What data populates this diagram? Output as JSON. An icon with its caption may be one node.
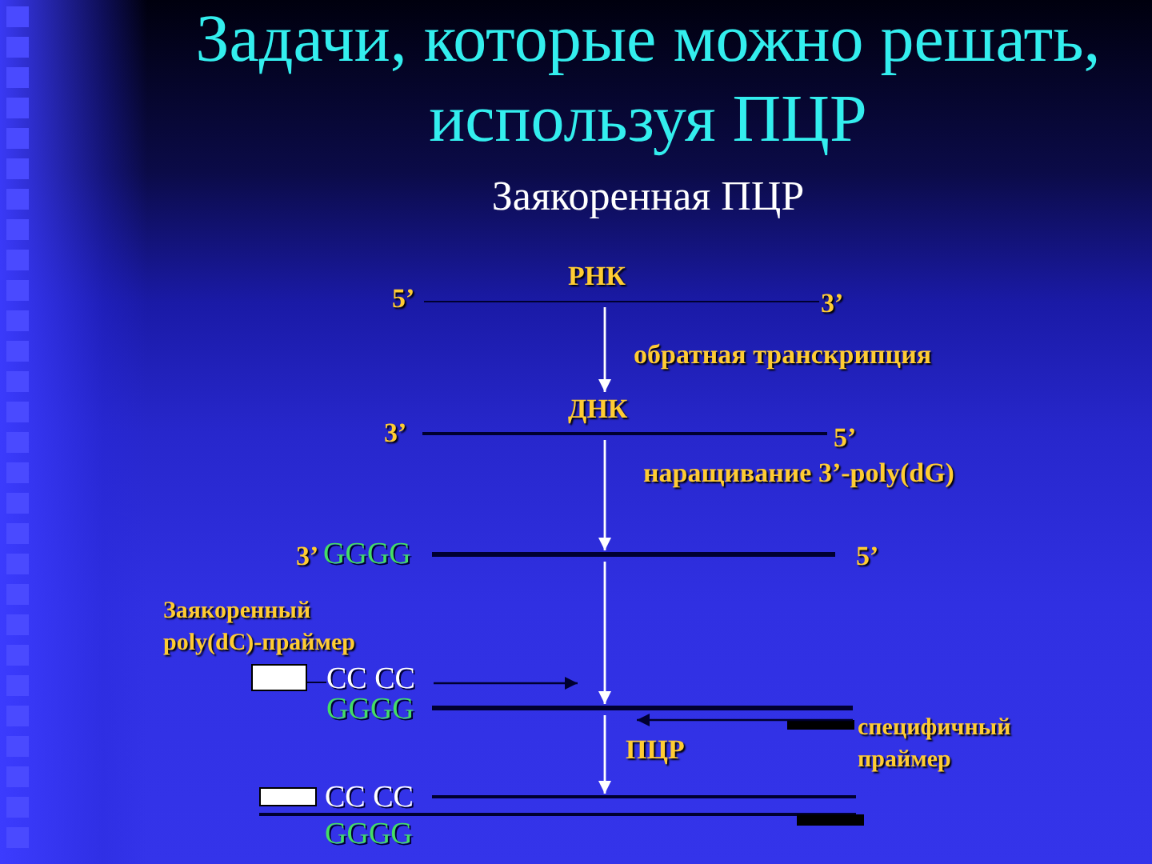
{
  "diagram": {
    "title": "Задачи, которые можно решать, используя ПЦР",
    "nodes": [
      {
        "text": [
          "РНК"
        ],
        "beside": [
          "5’",
          "3’"
        ]
      },
      {
        "text": [
          "ДНК"
        ],
        "beside": [
          "3’",
          "5’"
        ]
      },
      {
        "text": [],
        "shape": "bar",
        "beside": [
          "3’",
          "GGGG",
          "5’"
        ]
      },
      {
        "text": [],
        "shape": "bar",
        "beside": [
          "GGGG"
        ]
      },
      {
        "text": [],
        "shape": "bar",
        "beside": [
          "CC CC"
        ]
      },
      {
        "text": [],
        "shape": "bar",
        "beside": [
          "GGGG"
        ]
      }
    ],
    "edges": [
      {
        "from": 0,
        "to": 1,
        "arrow": "to",
        "label": "обратная транскрипция"
      },
      {
        "from": 1,
        "to": 2,
        "arrow": "to",
        "label": "наращивание 3’-poly(dG)"
      },
      {
        "from": 2,
        "to": 3,
        "arrow": "to"
      },
      {
        "from": 3,
        "to": 4,
        "arrow": "to",
        "label": "ПЦР"
      }
    ],
    "labels": [
      "Заякоренная ПЦР",
      "Заякоренный poly(dC)-праймер",
      "CC CC",
      "специфичный праймер"
    ]
  }
}
